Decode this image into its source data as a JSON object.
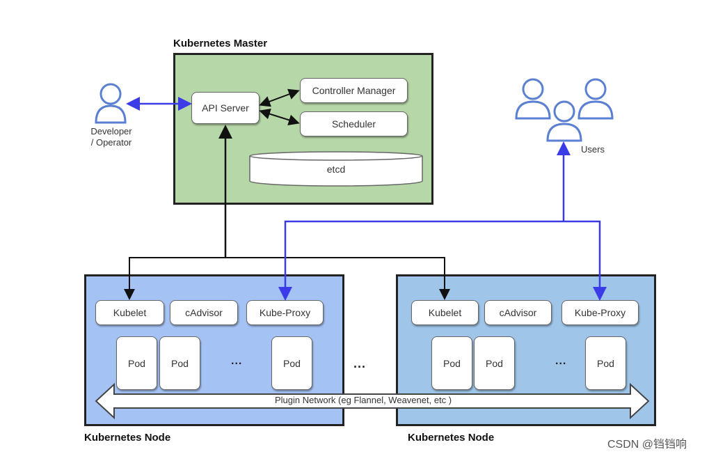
{
  "master": {
    "title": "Kubernetes Master",
    "api_server": "API Server",
    "controller_manager": "Controller Manager",
    "scheduler": "Scheduler",
    "etcd": "etcd"
  },
  "developer": {
    "label_line1": "Developer",
    "label_line2": "/ Operator"
  },
  "users": {
    "label": "Users"
  },
  "nodes": [
    {
      "title": "Kubernetes Node",
      "kubelet": "Kubelet",
      "cadvisor": "cAdvisor",
      "kube_proxy": "Kube-Proxy",
      "pods": [
        "Pod",
        "Pod",
        "Pod"
      ],
      "ellipsis": "..."
    },
    {
      "title": "Kubernetes Node",
      "kubelet": "Kubelet",
      "cadvisor": "cAdvisor",
      "kube_proxy": "Kube-Proxy",
      "pods": [
        "Pod",
        "Pod",
        "Pod"
      ],
      "ellipsis": "..."
    }
  ],
  "between_nodes": "...",
  "network": {
    "label": "Plugin Network (eg Flannel, Weavenet, etc )"
  },
  "watermark": "CSDN @铛铛响",
  "colors": {
    "master_fill": "#b6d7a8",
    "node_fill": "#a4c2f4",
    "blue_arrow": "#3b3be8",
    "person": "#5b7fd1"
  }
}
